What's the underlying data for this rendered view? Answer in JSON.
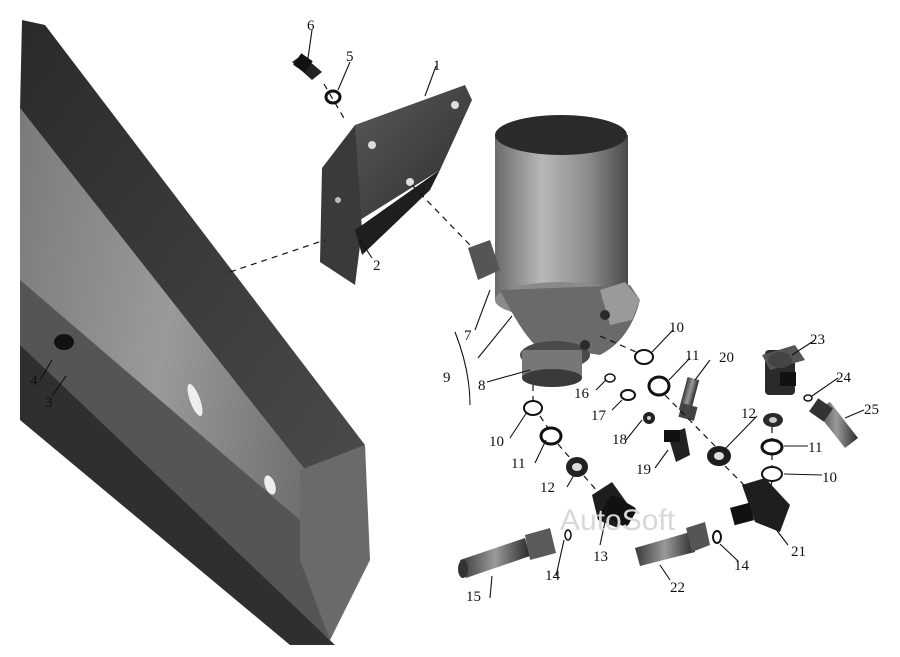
{
  "watermark": "AutoSoft",
  "callouts": [
    {
      "id": "c1",
      "text": "1"
    },
    {
      "id": "c2",
      "text": "2"
    },
    {
      "id": "c3",
      "text": "3"
    },
    {
      "id": "c4",
      "text": "4"
    },
    {
      "id": "c5",
      "text": "5"
    },
    {
      "id": "c6",
      "text": "6"
    },
    {
      "id": "c7",
      "text": "7"
    },
    {
      "id": "c8",
      "text": "8"
    },
    {
      "id": "c9",
      "text": "9"
    },
    {
      "id": "c10a",
      "text": "10"
    },
    {
      "id": "c10b",
      "text": "10"
    },
    {
      "id": "c10c",
      "text": "10"
    },
    {
      "id": "c11a",
      "text": "11"
    },
    {
      "id": "c11b",
      "text": "11"
    },
    {
      "id": "c11c",
      "text": "11"
    },
    {
      "id": "c12a",
      "text": "12"
    },
    {
      "id": "c12b",
      "text": "12"
    },
    {
      "id": "c13",
      "text": "13"
    },
    {
      "id": "c14a",
      "text": "14"
    },
    {
      "id": "c14b",
      "text": "14"
    },
    {
      "id": "c15",
      "text": "15"
    },
    {
      "id": "c16",
      "text": "16"
    },
    {
      "id": "c17",
      "text": "17"
    },
    {
      "id": "c18",
      "text": "18"
    },
    {
      "id": "c19",
      "text": "19"
    },
    {
      "id": "c20",
      "text": "20"
    },
    {
      "id": "c21",
      "text": "21"
    },
    {
      "id": "c22",
      "text": "22"
    },
    {
      "id": "c23",
      "text": "23"
    },
    {
      "id": "c24",
      "text": "24"
    },
    {
      "id": "c25",
      "text": "25"
    }
  ]
}
